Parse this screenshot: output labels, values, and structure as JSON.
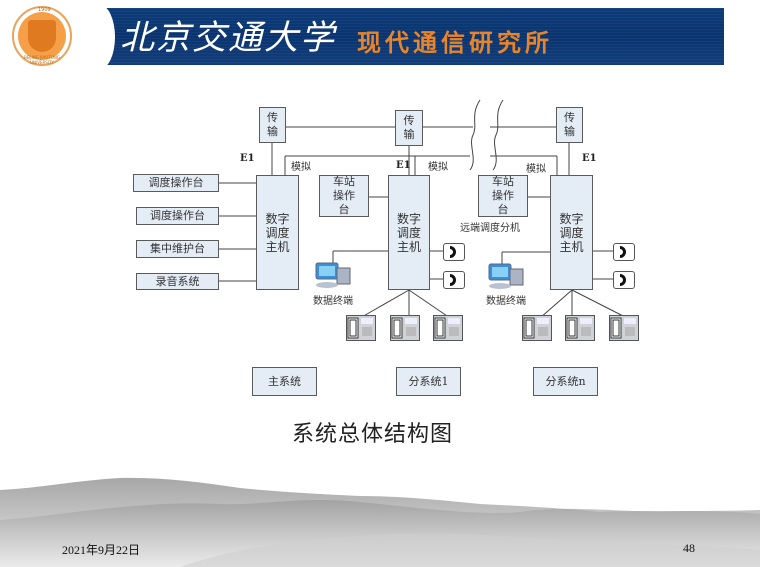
{
  "header": {
    "university_name": "北京交通大学",
    "institute_name": "现代通信研究所",
    "logo": {
      "year": "1909",
      "text": "BEIJING JIAOTONG UNIVERSITY"
    }
  },
  "diagram": {
    "transport_label": "传输",
    "e1_label": "E1",
    "analog_label": "模拟",
    "left_consoles": [
      "调度操作台",
      "调度操作台",
      "集中维护台",
      "录音系统"
    ],
    "digital_host_label": "数字调度主机",
    "station_console_label": "车站操作台",
    "remote_extension_label": "远端调度分机",
    "data_terminal_label": "数据终端",
    "subsystems": [
      "主系统",
      "分系统1",
      "分系统n"
    ]
  },
  "caption": "系统总体结构图",
  "footer": {
    "date": "2021年9月22日",
    "page_number": "48"
  },
  "colors": {
    "banner": "#0a3470",
    "institute_text": "#e8842a",
    "box_fill": "#e4ecf6",
    "logo_orange": "#f5a048"
  }
}
